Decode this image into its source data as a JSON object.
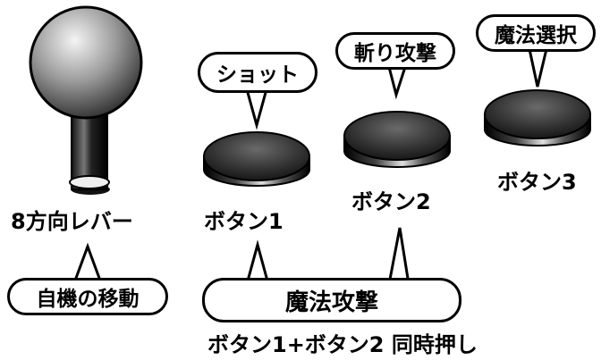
{
  "lever": {
    "label": "8方向レバー",
    "function": "自機の移動"
  },
  "buttons": [
    {
      "label": "ボタン1",
      "function": "ショット"
    },
    {
      "label": "ボタン2",
      "function": "斬り攻撃"
    },
    {
      "label": "ボタン3",
      "function": "魔法選択"
    }
  ],
  "combo": {
    "function": "魔法攻撃",
    "caption": "ボタン1+ボタン2 同時押し"
  }
}
